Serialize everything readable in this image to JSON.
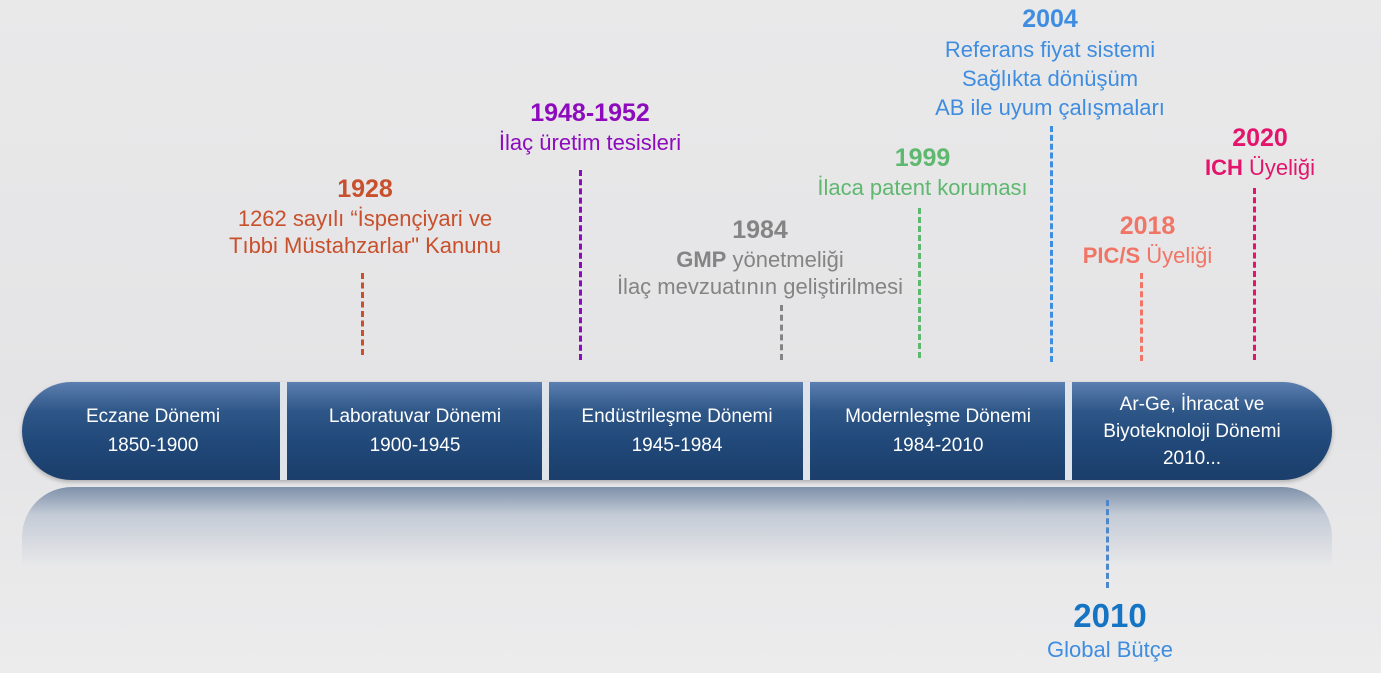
{
  "colors": {
    "e1928": "#c8502d",
    "e1948": "#8e0bbd",
    "e1984": "#848484",
    "e1999": "#5fb86f",
    "e2004": "#3f8de0",
    "e2018": "#f07566",
    "e2020": "#e3146b",
    "e2010": "#1674c4"
  },
  "events": {
    "e1928": {
      "year": "1928",
      "line1": "1262 sayılı “İspençiyari ve",
      "line2": "Tıbbi Müstahzarlar\" Kanunu"
    },
    "e1948": {
      "year": "1948-1952",
      "line1": "İlaç üretim tesisleri"
    },
    "e1984": {
      "year": "1984",
      "line1_bold": "GMP",
      "line1_rest": " yönetmeliği",
      "line2": "İlaç mevzuatının geliştirilmesi"
    },
    "e1999": {
      "year": "1999",
      "line1": "İlaca patent koruması"
    },
    "e2004": {
      "year": "2004",
      "line1": "Referans fiyat sistemi",
      "line2": "Sağlıkta dönüşüm",
      "line3": "AB ile uyum çalışmaları"
    },
    "e2018": {
      "year": "2018",
      "line1_bold": "PIC/S",
      "line1_rest": " Üyeliği"
    },
    "e2020": {
      "year": "2020",
      "line1_bold": "ICH",
      "line1_rest": " Üyeliği"
    },
    "e2010": {
      "year": "2010",
      "line1": "Global Bütçe"
    }
  },
  "periods": [
    {
      "name": "Eczane Dönemi",
      "years": "1850-1900"
    },
    {
      "name": "Laboratuvar Dönemi",
      "years": "1900-1945"
    },
    {
      "name": "Endüstrileşme Dönemi",
      "years": "1945-1984"
    },
    {
      "name": "Modernleşme  Dönemi",
      "years": "1984-2010"
    },
    {
      "name": "Ar-Ge, İhracat ve",
      "name2": "Biyoteknoloji Dönemi",
      "years": "2010..."
    }
  ]
}
